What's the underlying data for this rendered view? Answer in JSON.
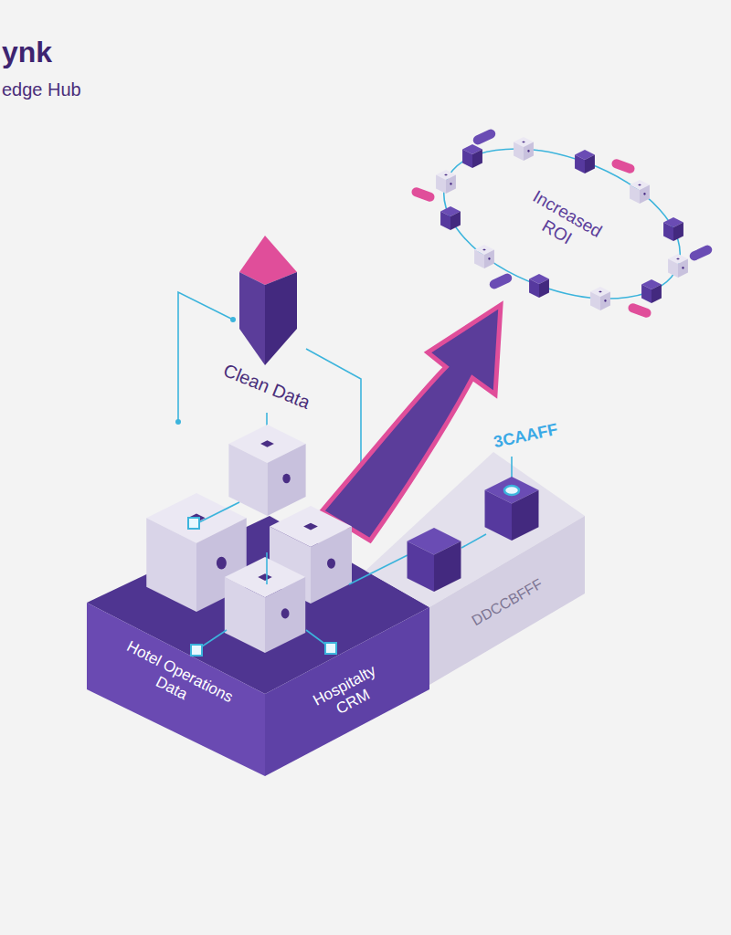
{
  "diagram": {
    "nodes": [
      {
        "text": [
          "Hotel Operations Data",
          "Hospitalty CRM"
        ]
      },
      {
        "text": [
          "DDCCBFFF"
        ]
      },
      {
        "text": [
          "Increased ROI"
        ]
      }
    ],
    "labels": [
      "ynk",
      "edge Hub",
      "Clean Data",
      "3CAAFF"
    ]
  }
}
